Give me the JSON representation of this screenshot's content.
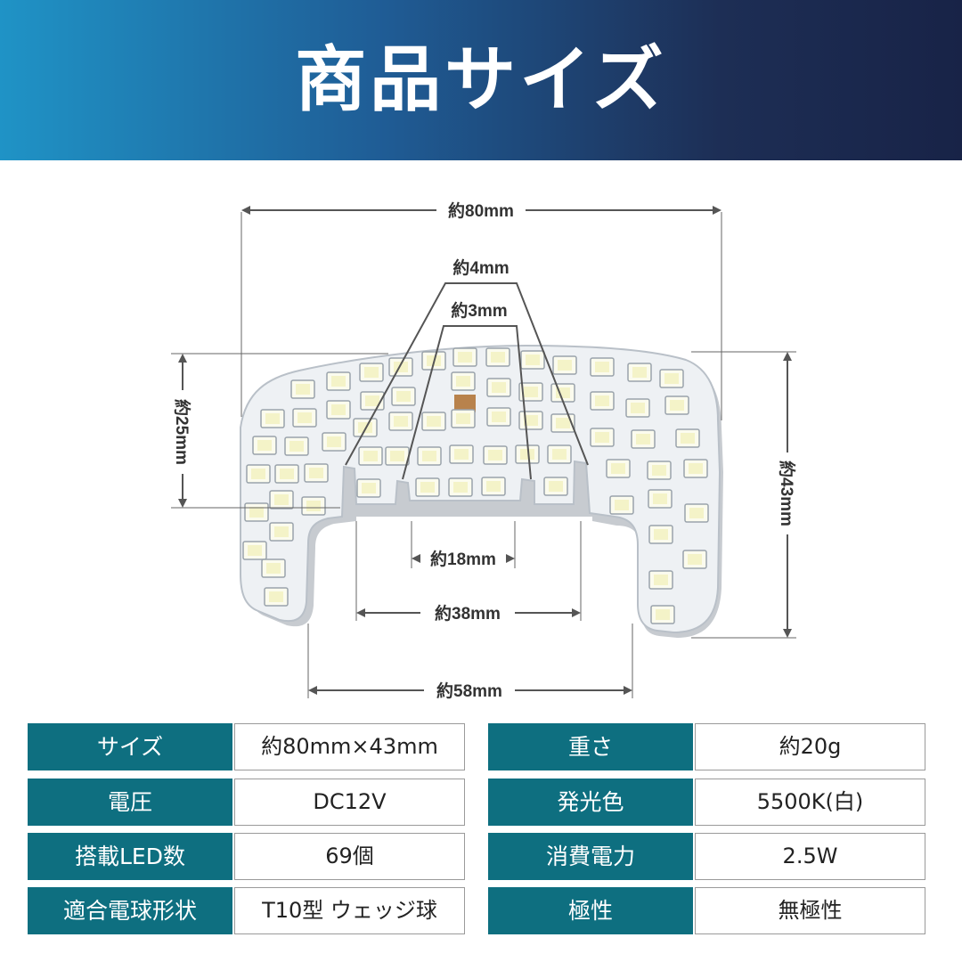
{
  "header": {
    "title": "商品サイズ"
  },
  "dimensions": {
    "width_total": "約80mm",
    "gap_4": "約4mm",
    "gap_3": "約3mm",
    "height_left": "約25mm",
    "height_right": "約43mm",
    "inner_18": "約18mm",
    "inner_38": "約38mm",
    "bottom_58": "約58mm"
  },
  "specs_left": [
    {
      "key": "サイズ",
      "value": "約80mm×43mm"
    },
    {
      "key": "電圧",
      "value": "DC12V"
    },
    {
      "key": "搭載LED数",
      "value": "69個"
    },
    {
      "key": "適合電球形状",
      "value": "T10型 ウェッジ球"
    }
  ],
  "specs_right": [
    {
      "key": "重さ",
      "value": "約20g"
    },
    {
      "key": "発光色",
      "value": "5500K(白)"
    },
    {
      "key": "消費電力",
      "value": "2.5W"
    },
    {
      "key": "極性",
      "value": "無極性"
    }
  ],
  "colors": {
    "header_left": "#1f93c6",
    "header_right": "#182347",
    "table_key_bg": "#0e6f80"
  }
}
